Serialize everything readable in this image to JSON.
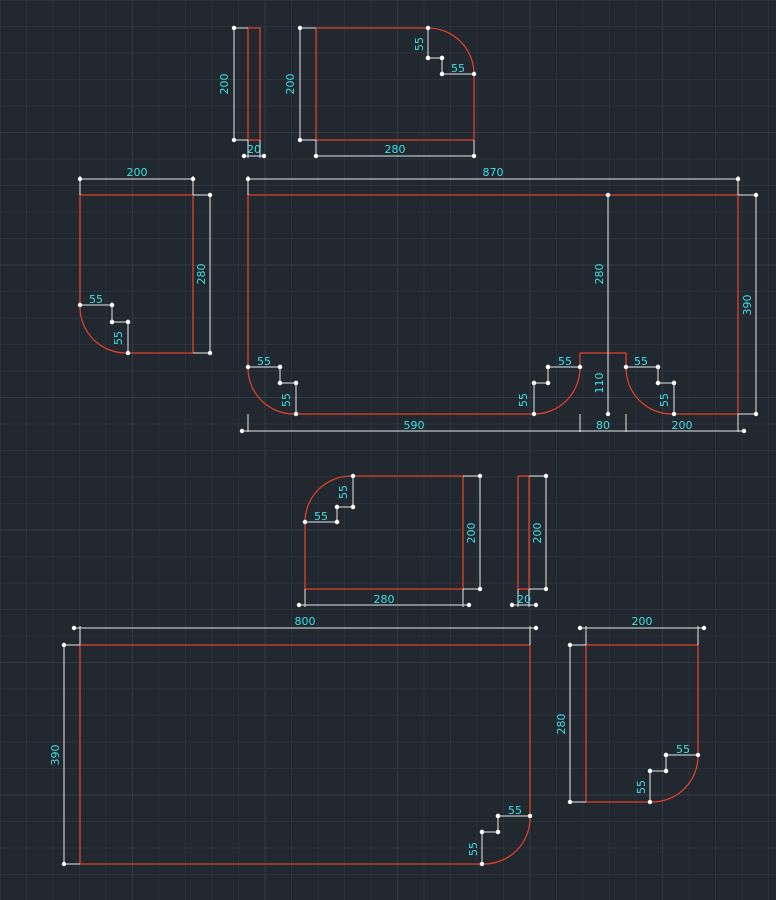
{
  "drawing": {
    "colors": {
      "background": "#212830",
      "part_outline": "#e0402a",
      "dimension_line": "#e8e8e8",
      "dimension_text": "#3fe0e6"
    },
    "dimension_labels": {
      "d200a": "200",
      "d20a": "20",
      "d200b": "200",
      "d280a": "280",
      "d55a": "55",
      "d55b": "55",
      "d200c": "200",
      "d280b": "280",
      "d55c": "55",
      "d55d": "55",
      "d870": "870",
      "d280c": "280",
      "d390a": "390",
      "d55e": "55",
      "d55f": "55",
      "d55g": "55",
      "d55h": "55",
      "d55i": "55",
      "d55j": "55",
      "d110": "110",
      "d590": "590",
      "d80": "80",
      "d200d": "200",
      "d55k": "55",
      "d55l": "55",
      "d200e": "200",
      "d280d": "280",
      "d200f": "200",
      "d20b": "20",
      "d800": "800",
      "d390b": "390",
      "d55m": "55",
      "d55n": "55",
      "d200g": "200",
      "d280e": "280",
      "d55o": "55",
      "d55p": "55"
    }
  }
}
